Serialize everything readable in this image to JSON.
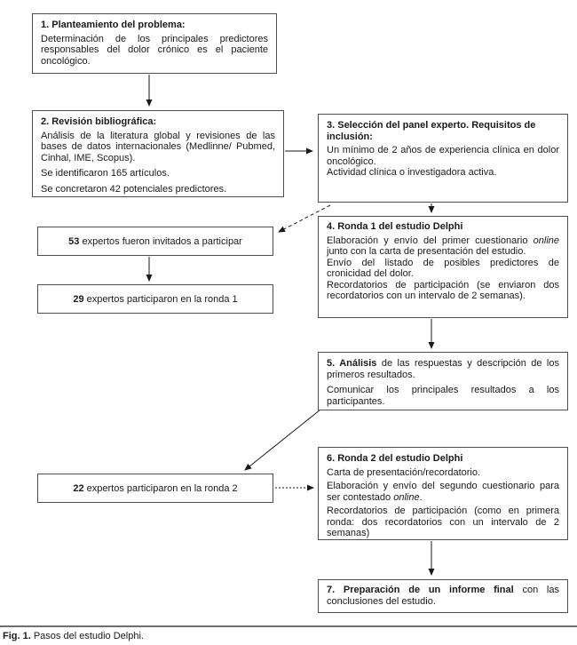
{
  "figure": {
    "caption_bold": "Fig. 1.",
    "caption_text": " Pasos del estudio Delphi."
  },
  "colors": {
    "box_border": "#4d4d4d",
    "text": "#1a1a1a",
    "connector": "#1a1a1a",
    "background": "#ffffff"
  },
  "boxes": {
    "b1": {
      "title": "1. Planteamiento del problema:",
      "p1": "Determinación de los principales predictores responsables del dolor crónico es el paciente oncológico."
    },
    "b2": {
      "title": "2. Revisión bibliográfica:",
      "p1": "Análisis de la literatura global y revisiones de las bases de datos internacionales (Medlinne/ Pubmed, Cinhal, IME, Scopus).",
      "p2": "Se identificaron 165 artículos.",
      "p3": "Se concretaron 42 potenciales predictores."
    },
    "b3": {
      "title": "3. Selección del panel experto. Requisitos de inclusión:",
      "p1": "Un mínimo de 2 años de experiencia clínica en dolor oncológico.",
      "p2": "Actividad clínica o investigadora activa."
    },
    "b4": {
      "title": "4. Ronda 1 del estudio Delphi",
      "p1_a": "Elaboración y envío del primer cuestionario ",
      "p1_italic": "online",
      "p1_b": " junto con la carta de presentación del estudio.",
      "p2": "Envío del listado de posibles predictores de cronicidad del dolor.",
      "p3": "Recordatorios de participación (se enviaron dos recordatorios con un intervalo de 2 semanas)."
    },
    "b5": {
      "title_bold": "5. Análisis",
      "p1_rest": " de las respuestas y descripción de los primeros resultados.",
      "p2": "Comunicar los principales resultados a los participantes."
    },
    "b6": {
      "title": "6. Ronda 2 del estudio Delphi",
      "p1": "Carta de presentación/recordatorio.",
      "p2_a": "Elaboración y envío del segundo cuestionario para ser contestado ",
      "p2_italic": "online",
      "p2_b": ".",
      "p3": "Recordatorios de participación (como en primera ronda: dos recordatorios con un intervalo de 2 semanas)"
    },
    "b7": {
      "title_bold": "7. Preparación de un informe final",
      "p1_rest": " con las conclusiones del estudio."
    }
  },
  "side_boxes": {
    "invited": {
      "number": "53",
      "text": " expertos fueron invitados a participar"
    },
    "round1": {
      "number": "29",
      "text": " expertos participaron en la ronda 1"
    },
    "round2": {
      "number": "22",
      "text": " expertos participaron en la ronda 2"
    }
  }
}
